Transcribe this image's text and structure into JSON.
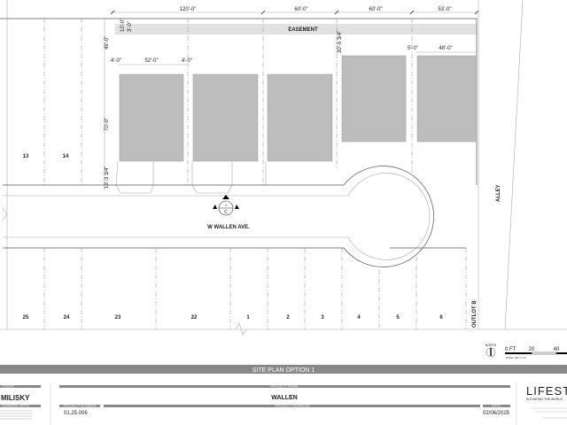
{
  "drawing": {
    "top_dimensions": [
      "120'-0\"",
      "60'-0\"",
      "60'-0\"",
      "53'-0\""
    ],
    "easement_label": "EASEMENT",
    "side_dimensions": [
      "10'-0\"",
      "3'-0\"",
      "49'-0\"",
      "70'-0\"",
      "19'-3 3/4\"",
      "30'-5 3/4\""
    ],
    "building_dimensions": [
      "4'-0\"",
      "52'-0\"",
      "4'-0\"",
      "5'-0\"",
      "48'-0\""
    ],
    "north_lots": [
      "13",
      "14"
    ],
    "south_lots": [
      "25",
      "24",
      "23",
      "22",
      "1",
      "2",
      "3",
      "4",
      "5",
      "6"
    ],
    "street_label": "W WALLEN AVE.",
    "section_marker": {
      "number": "1",
      "sheet": "C"
    },
    "alley_label": "ALLEY",
    "outlot_label": "OUTLOT B",
    "north_label": "NORTH",
    "scale": {
      "ticks": [
        "0 FT",
        "20",
        "40"
      ],
      "note": "SCALE: 1/32\" = 1'-0\""
    }
  },
  "title_bar": "SITE PLAN OPTION 1",
  "title_block": {
    "client_header": "CLIENT",
    "client": "MILISKY",
    "note_header": "GENERAL NOTE",
    "project_name_header": "PROJECT NAME",
    "project_name": "WALLEN",
    "project_number_header": "PROJECT NUMBER",
    "project_number": "01.25.006",
    "project_address_header": "PROJECT ADDRESS",
    "date_header": "DATE",
    "date": "02/06/2025",
    "logo": "LIFEST",
    "tagline": "ELEVATING THE WORLD"
  },
  "colors": {
    "building": "#bdbdbd",
    "easement": "#e2e2e2",
    "header": "#888888"
  }
}
